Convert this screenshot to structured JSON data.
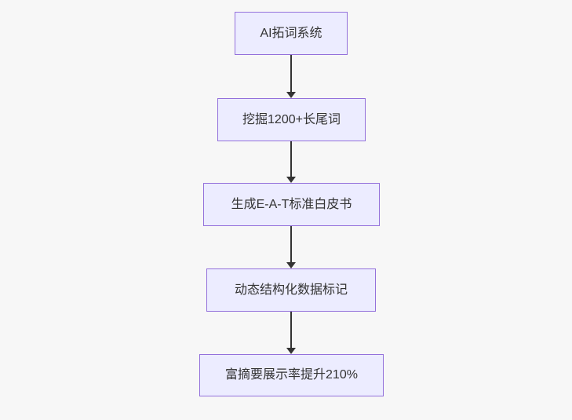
{
  "diagram": {
    "type": "flowchart",
    "direction": "top-down",
    "nodes": [
      {
        "label": "AI拓词系统"
      },
      {
        "label": "挖掘1200+长尾词"
      },
      {
        "label": "生成E-A-T标准白皮书"
      },
      {
        "label": "动态结构化数据标记"
      },
      {
        "label": "富摘要展示率提升210%"
      }
    ],
    "edges": [
      {
        "from": 0,
        "to": 1
      },
      {
        "from": 1,
        "to": 2
      },
      {
        "from": 2,
        "to": 3
      },
      {
        "from": 3,
        "to": 4
      }
    ],
    "colors": {
      "background": "#f7f7f7",
      "node_fill": "#ececff",
      "node_border": "#9370db",
      "node_text": "#333333",
      "arrow": "#333333"
    }
  }
}
